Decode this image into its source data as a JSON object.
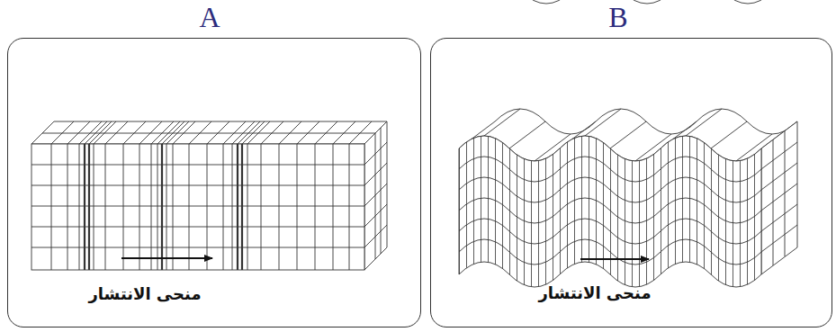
{
  "diagram": {
    "nodes": [
      {
        "text": [
          "A",
          "منحى الانتشار"
        ]
      },
      {
        "text": [
          "B",
          "منحى الانتشار"
        ]
      }
    ]
  }
}
